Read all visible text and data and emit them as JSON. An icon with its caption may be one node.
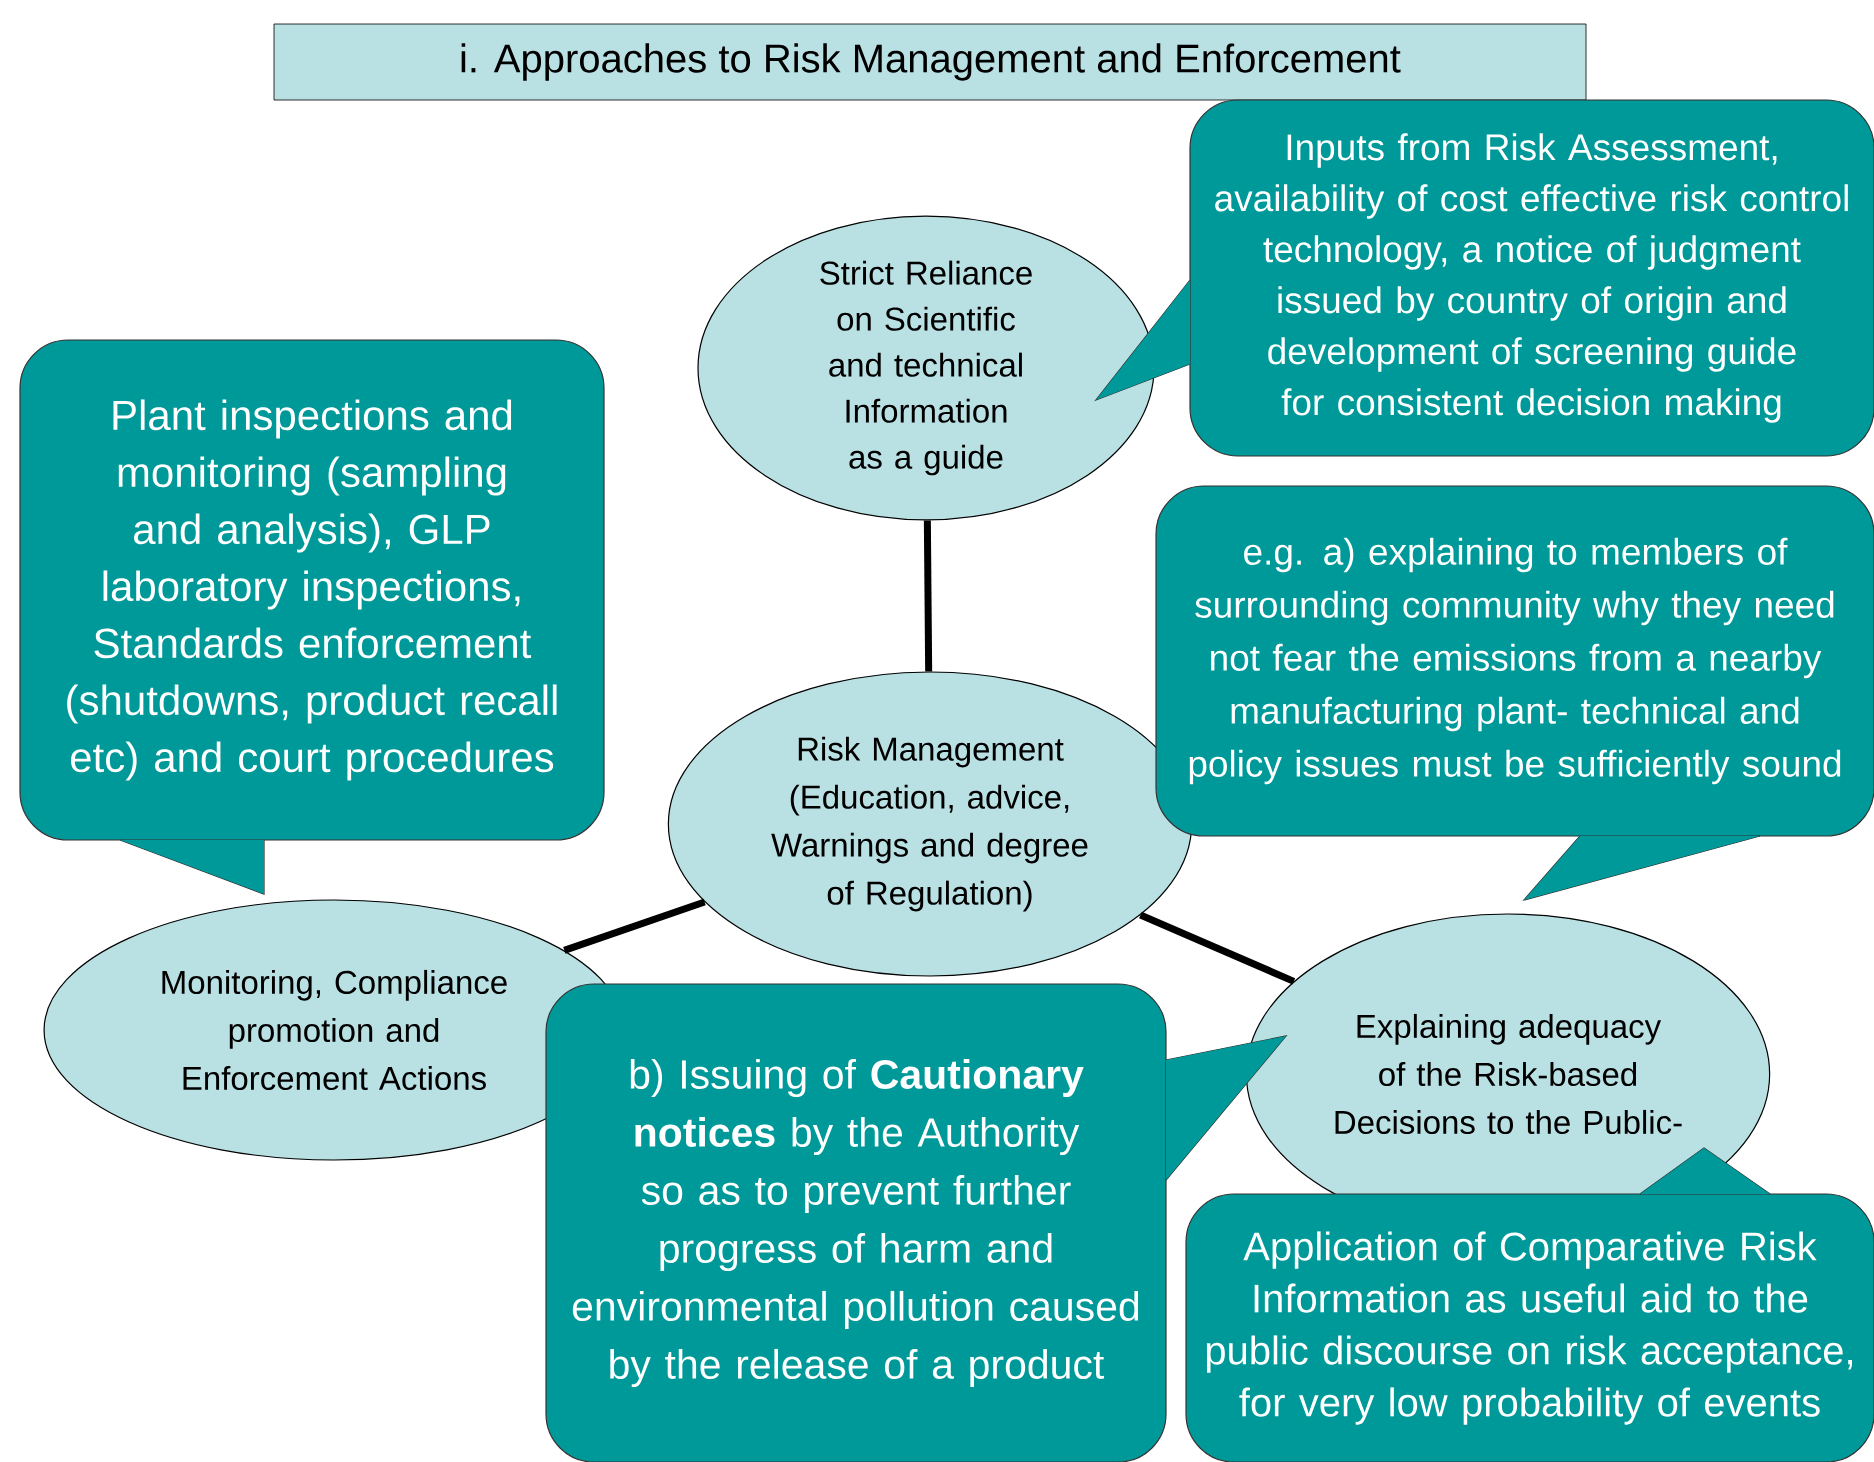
{
  "diagram": {
    "title": "i. Approaches to Risk Management and Enforcement",
    "nodes": [
      {
        "text": [
          "Strict Reliance on Scientific and technical Information as a guide"
        ]
      },
      {
        "text": [
          "Inputs from Risk Assessment, availability of cost effective risk control technology, a notice of judgment issued by country of origin and development of screening guide for consistent decision making"
        ]
      },
      {
        "text": [
          "Plant inspections and monitoring (sampling and analysis), GLP laboratory inspections, Standards enforcement (shutdowns, product recall etc) and court procedures"
        ]
      },
      {
        "text": [
          "Risk Management (Education, advice, Warnings and degree of Regulation)"
        ]
      },
      {
        "text": [
          "e.g. a) explaining to members of surrounding community why they need not fear the emissions from a nearby manufacturing plant- technical and policy issues must be sufficiently sound"
        ]
      },
      {
        "text": [
          "Monitoring, Compliance promotion and Enforcement Actions"
        ]
      },
      {
        "text": [
          "Explaining adequacy of the Risk-based Decisions to the Public-"
        ]
      },
      {
        "text": [
          "b) Issuing of **Cautionary notices** by the Authority so as to prevent further progress of harm and environmental pollution caused by the release of a product"
        ]
      },
      {
        "text": [
          "Application of Comparative Risk Information as useful aid to the public discourse on risk acceptance, for very low probability of events"
        ]
      }
    ],
    "edges": [
      {
        "from": 0,
        "to": 3,
        "arrow": "none"
      },
      {
        "from": 3,
        "to": 5,
        "arrow": "none"
      },
      {
        "from": 3,
        "to": 6,
        "arrow": "none"
      }
    ]
  }
}
